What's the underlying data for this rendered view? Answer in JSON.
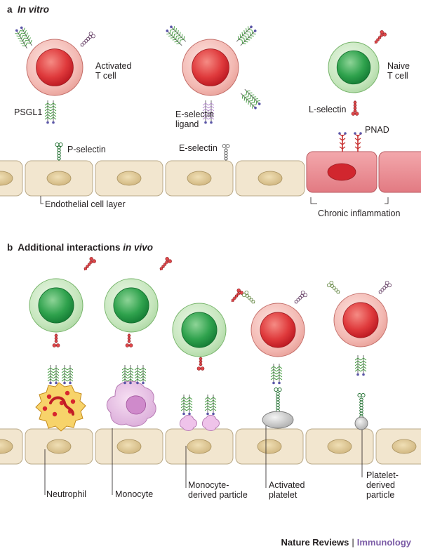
{
  "panel_a": {
    "letter": "a",
    "title": "In vitro",
    "labels": {
      "activated_t_cell": [
        "Activated",
        "T cell"
      ],
      "psgl1": "PSGL1",
      "e_selectin_ligand": [
        "E-selectin",
        "ligand"
      ],
      "naive_t_cell": [
        "Naive",
        "T cell"
      ],
      "l_selectin": "L-selectin",
      "pnad": "PNAD",
      "p_selectin": "P-selectin",
      "e_selectin": "E-selectin",
      "endothelial_layer": "Endothelial cell layer",
      "chronic_inflammation": "Chronic inflammation"
    }
  },
  "panel_b": {
    "letter": "b",
    "title_prefix": "Additional interactions",
    "title_italic": "in vivo",
    "labels": {
      "neutrophil": "Neutrophil",
      "monocyte": "Monocyte",
      "monocyte_particle": [
        "Monocyte-",
        "derived particle"
      ],
      "activated_platelet": [
        "Activated",
        "platelet"
      ],
      "platelet_particle": [
        "Platelet-",
        "derived",
        "particle"
      ]
    }
  },
  "footer": {
    "journal": "Nature Reviews",
    "separator": "|",
    "subject": "Immunology"
  },
  "colors": {
    "activated_cell": "#d8262e",
    "naive_cell": "#1c9440",
    "endothelium": "#f2e6cf",
    "endothelium_nucleus": "#e0cc9a",
    "inflamed_endothelium": "#e8848c",
    "brand_subject": "#7b5ba6"
  }
}
